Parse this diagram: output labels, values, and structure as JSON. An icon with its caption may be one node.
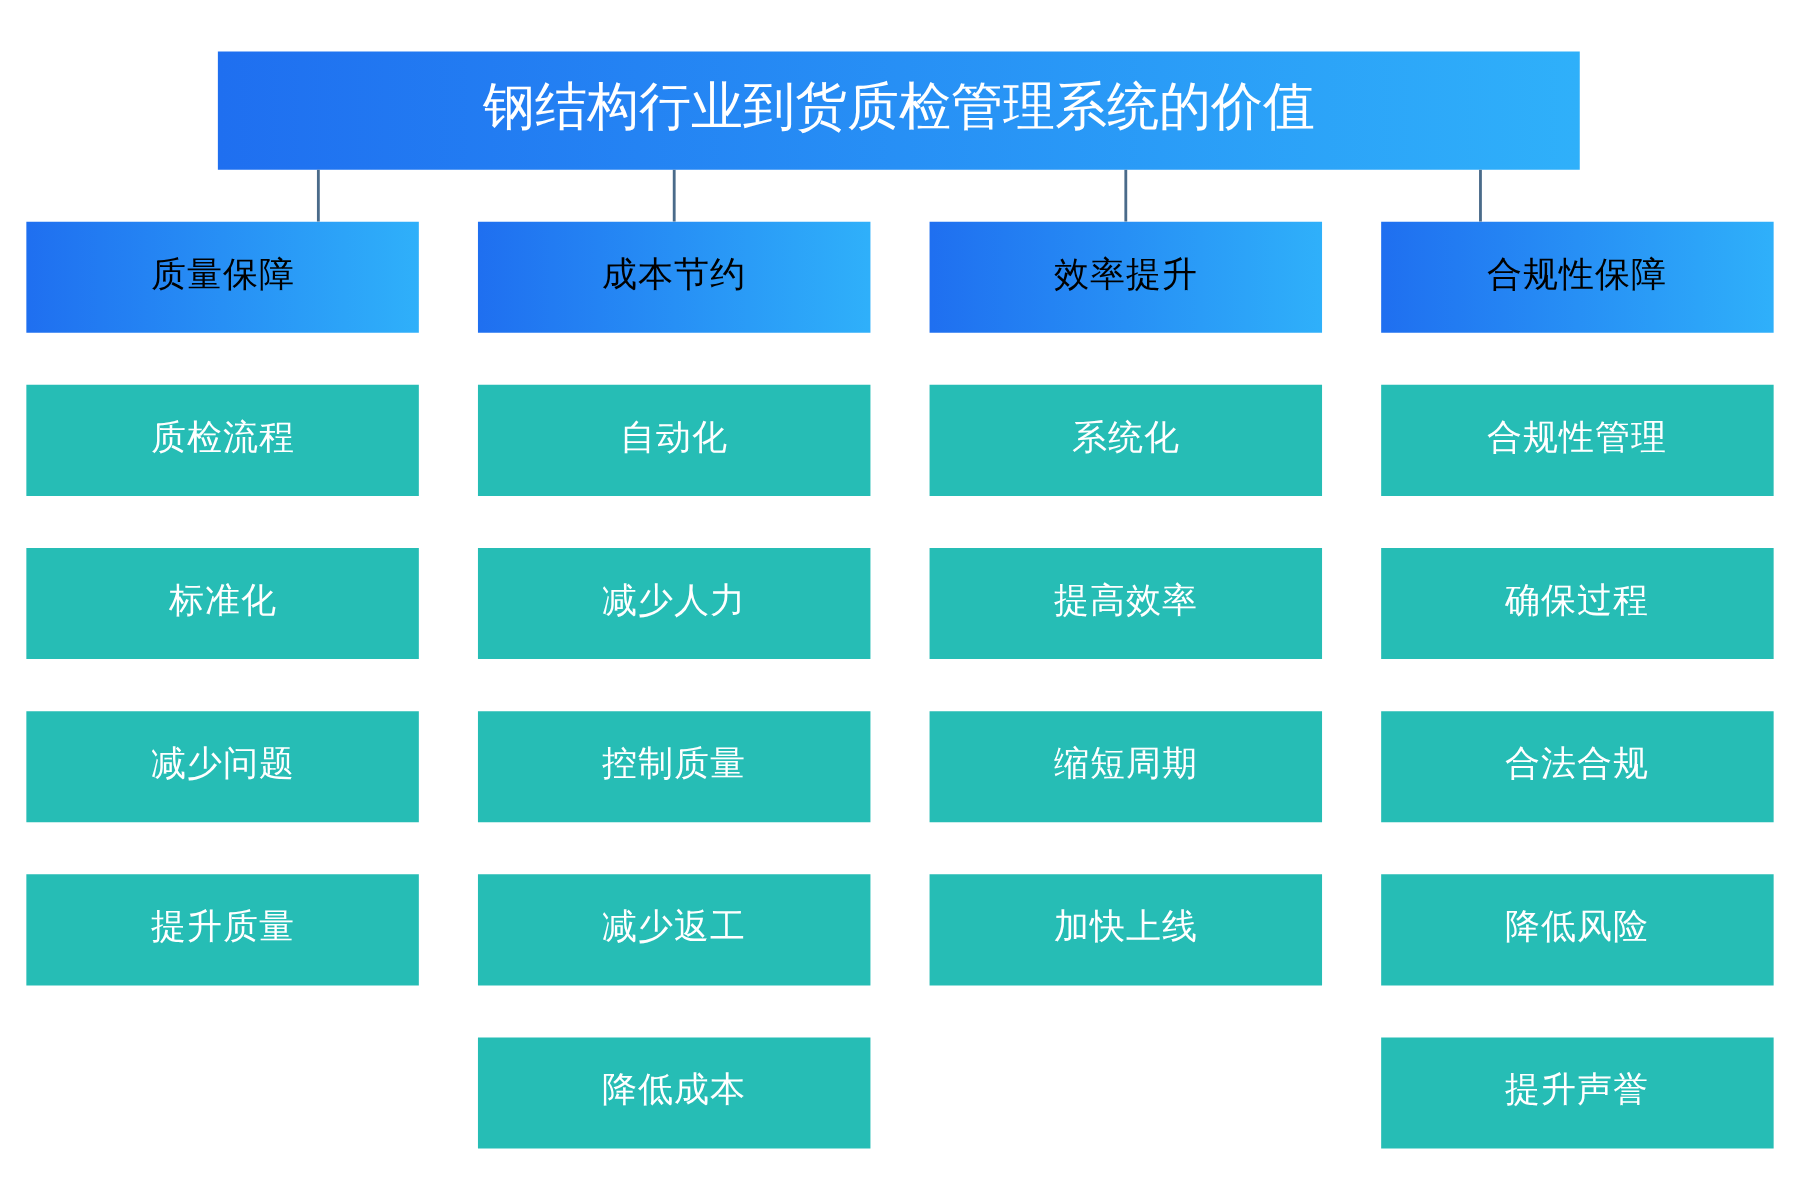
{
  "diagram": {
    "nodes": [
      {
        "text": [
          "钢结构行业到货质检管理系统的价值"
        ]
      },
      {
        "text": [
          "质量保障"
        ]
      },
      {
        "text": [
          "成本节约"
        ]
      },
      {
        "text": [
          "效率提升"
        ]
      },
      {
        "text": [
          "合规性保障"
        ]
      },
      {
        "text": [
          "质检流程"
        ]
      },
      {
        "text": [
          "标准化"
        ]
      },
      {
        "text": [
          "减少问题"
        ]
      },
      {
        "text": [
          "提升质量"
        ]
      },
      {
        "text": [
          "自动化"
        ]
      },
      {
        "text": [
          "减少人力"
        ]
      },
      {
        "text": [
          "控制质量"
        ]
      },
      {
        "text": [
          "减少返工"
        ]
      },
      {
        "text": [
          "降低成本"
        ]
      },
      {
        "text": [
          "系统化"
        ]
      },
      {
        "text": [
          "提高效率"
        ]
      },
      {
        "text": [
          "缩短周期"
        ]
      },
      {
        "text": [
          "加快上线"
        ]
      },
      {
        "text": [
          "合规性管理"
        ]
      },
      {
        "text": [
          "确保过程"
        ]
      },
      {
        "text": [
          "合法合规"
        ]
      },
      {
        "text": [
          "降低风险"
        ]
      },
      {
        "text": [
          "提升声誉"
        ]
      }
    ],
    "edges": [
      {
        "from": 0,
        "to": 1,
        "arrow": "none"
      },
      {
        "from": 0,
        "to": 2,
        "arrow": "none"
      },
      {
        "from": 0,
        "to": 3,
        "arrow": "none"
      },
      {
        "from": 0,
        "to": 4,
        "arrow": "none"
      }
    ]
  }
}
